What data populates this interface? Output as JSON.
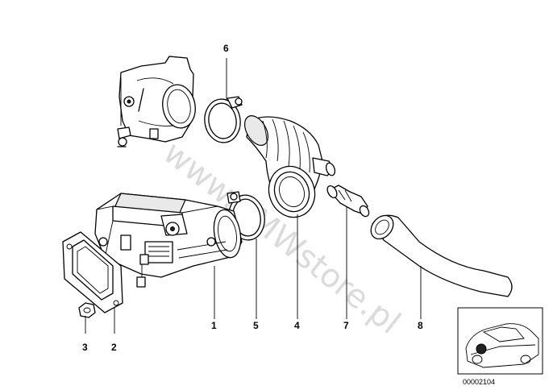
{
  "watermark": "www.BMWstore.pl",
  "callouts": {
    "c1": "1",
    "c2": "2",
    "c3": "3",
    "c4": "4",
    "c5": "5",
    "c6": "6",
    "c7": "7",
    "c8": "8"
  },
  "thumbnail": {
    "reference": "00002104"
  }
}
